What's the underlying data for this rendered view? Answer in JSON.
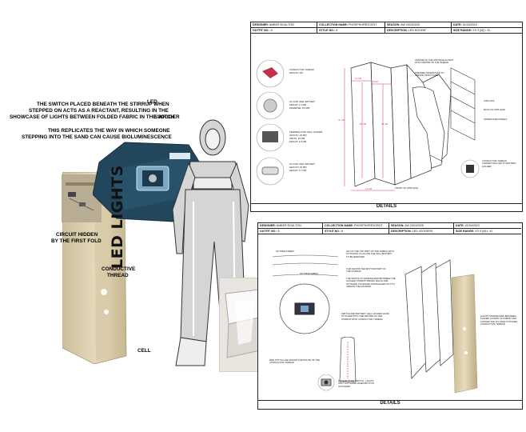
{
  "left": {
    "caption_line1": "THE SWITCH PLACED BENEATH THE STIRRUP WHEN",
    "caption_line2": "STEPPED ON ACTS AS A REACTANT, RESULTING IN THE",
    "caption_line3": "SHOWCASE OF LIGHTS BETWEEN FOLDED FABRIC IN THE JOGGER",
    "caption_line4": "THIS REPLICATES THE WAY IN WHICH SOMEONE",
    "caption_line5": "STEPPING INTO THE SAND CAN CAUSE BIOLUMINESCENCE",
    "label_led": "LED",
    "label_switch": "SWITCH",
    "label_circuit1": "CIRCUIT HIDDEN",
    "label_circuit2": "BY THE FIRST FOLD",
    "label_conductive1": "CONDUCTIVE",
    "label_conductive2": "THREAD",
    "label_cell": "CELL",
    "title_vertical": "LED LIGHTS"
  },
  "sheet1": {
    "designer_label": "DESIGNER:",
    "designer_value": "AMBER BOULTON",
    "collection_label": "COLLECTION NAME:",
    "collection_value": "PHOSPHORESCENT",
    "season_label": "SEASON:",
    "season_value": "AW 2024/2025",
    "date_label": "DATE:",
    "date_value": "01/04/2023",
    "outfit_label": "OUTFIT NO.:",
    "outfit_value": "6",
    "style_label": "STYLE NO.:",
    "style_value": "6",
    "desc_label": "DESCRIPTION:",
    "desc_value": "LED HOODIE",
    "size_label": "SIZE RANGE:",
    "size_value": "XS S [M] L XL",
    "details": "DETAILS",
    "notes": {
      "thread": "CONDUCTIVE THREAD",
      "thread_len": "LENGTH: 2M",
      "battery": "3V COIN CELL BATTERY",
      "battery_h": "HEIGHT: 3.2 MM",
      "battery_d": "DIAMETER: 8.5 MM",
      "holder": "SEWABLE COIN CELL HOLDER",
      "holder_l": "LENGTH: 25 MM",
      "holder_w": "WIDTH: 20 MM",
      "holder_h": "HEIGHT: 4.5 MM",
      "battery2": "3V COIN CELL BATTERY",
      "battery2_l": "LENGTH: 15 MM",
      "battery2_h": "HEIGHT: 2.7 MM",
      "centre": "CENTRE OF THE APPLIQUE ALIGNS WITH CENTRE OF THE SLEEVE",
      "pressed": "PRESSED INTERFACED TO CREATE STRUCTURE",
      "front": "FRONT OF APPLIQUE",
      "circuits": "CIRCUITS",
      "back": "BACK OF APPLIQUE",
      "interfaced": "INTERFACED PANELS",
      "conductive_note": "CONDUCTIVE THREAD CONNECTING LED TO BATTERY HOLDER"
    },
    "dims": {
      "d1": "44 CM",
      "d2": "11 CM",
      "d3": "8 CM",
      "d4": "52 CM",
      "d5": "30 CM",
      "d6": "11 CM"
    }
  },
  "sheet2": {
    "designer_label": "DESIGNER:",
    "designer_value": "AMBER BOULTON",
    "collection_label": "COLLECTION NAME:",
    "collection_value": "PHOSPHORESCENT",
    "season_label": "SEASON:",
    "season_value": "AW 2024/2025",
    "date_label": "DATE:",
    "date_value": "01/04/2023",
    "outfit_label": "OUTFIT NO.:",
    "outfit_value": "6",
    "style_label": "STYLE NO.:",
    "style_value": "6",
    "desc_label": "DESCRIPTION:",
    "desc_value": "LED JOGGERS",
    "size_label": "SIZE RANGE:",
    "size_value": "XS S [M] L XL",
    "details": "DETAILS",
    "notes": {
      "outside": "OUTSIDE FABRIC",
      "slit": "SLIT IN THE TOP PART OF THE FABRIC WITH STITCHING TO ALLOW THE CELL BATTERY TO BE REMOVED",
      "outside2": "OUTSIDE FABRIC",
      "showing": "THIS SHOWS THE BOTTOM PART OF THE STIRRUP",
      "sandwich": "THE SWITCH IS SANDWICHED BETWEEN THE JOGGER STIRRUP PIECES WHICH ARE STITCHED TOGETHER AND BAGGED OUT TO CREATE THE CHANNEL",
      "switch_note": "SWITCH AND BATTERY CELL HOLDER HAND STITCHED INTO THE CENTRE OF THE STIRRUP WITH CONDUCTIVE THREAD",
      "red": "RED STITCH LINE SHOWS THE ROUTE OF THE CONDUCTIVE THREAD",
      "push": "PUSH BUTTON SWITCH - LIGHTS ONLY ACTIVATED WHEN BUTTON IS PUSHED",
      "leds": "LIGHTS SANDWICHED BETWEEN FOLDED LAYERS OF FABRIC AND CONNECTED VIA HAND STITCHED CONDUCTIVE THREAD"
    }
  }
}
